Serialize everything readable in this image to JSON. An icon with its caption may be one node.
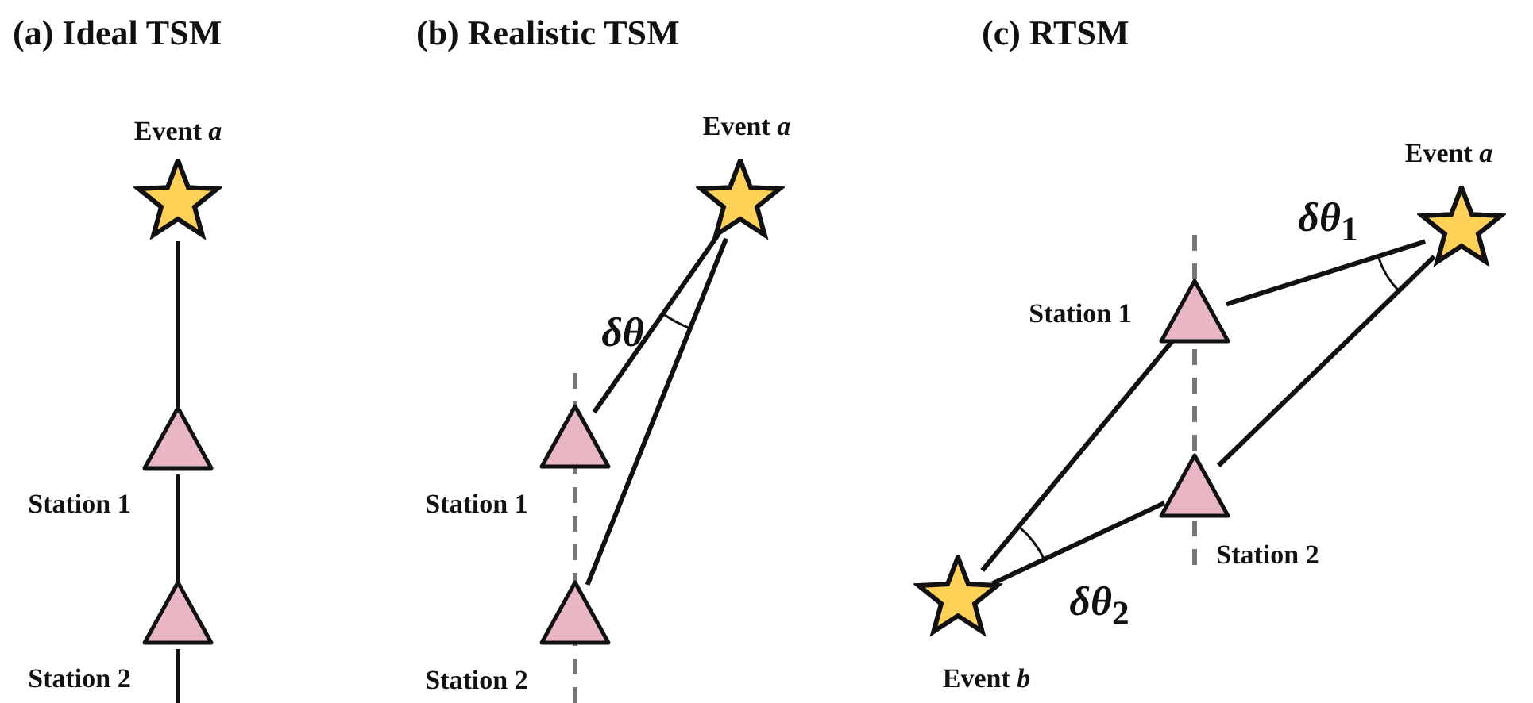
{
  "diagram": {
    "nodes": [
      {
        "text": [
          "Event *a*"
        ]
      },
      {
        "text": [
          "Station 1"
        ]
      },
      {
        "text": [
          "Station 2"
        ]
      },
      {
        "text": [
          "Event *a*"
        ]
      },
      {
        "text": [
          "Station 1"
        ]
      },
      {
        "text": [
          "Station 2"
        ]
      },
      {
        "text": [
          "Event *a*"
        ]
      },
      {
        "text": [
          "Station 1"
        ]
      },
      {
        "text": [
          "Station 2"
        ]
      },
      {
        "text": [
          "Event *b*"
        ]
      }
    ],
    "edges": [
      {
        "from": 0,
        "to": 1,
        "arrow": "none"
      },
      {
        "from": 1,
        "to": 2,
        "arrow": "none"
      },
      {
        "from": 2,
        "to": null,
        "arrow": "none"
      },
      {
        "from": 4,
        "to": 3,
        "arrow": "none"
      },
      {
        "from": 5,
        "to": 3,
        "arrow": "none"
      },
      {
        "from": 7,
        "to": 6,
        "arrow": "none"
      },
      {
        "from": 8,
        "to": 6,
        "arrow": "none"
      },
      {
        "from": 9,
        "to": 7,
        "arrow": "none"
      },
      {
        "from": 9,
        "to": 8,
        "arrow": "none"
      }
    ],
    "labels": [
      "(a) Ideal TSM",
      "(b) Realistic TSM",
      "(c) RTSM",
      "*δθ*",
      "*δθ*$_{1}$",
      "*δθ*$_{2}$"
    ]
  }
}
